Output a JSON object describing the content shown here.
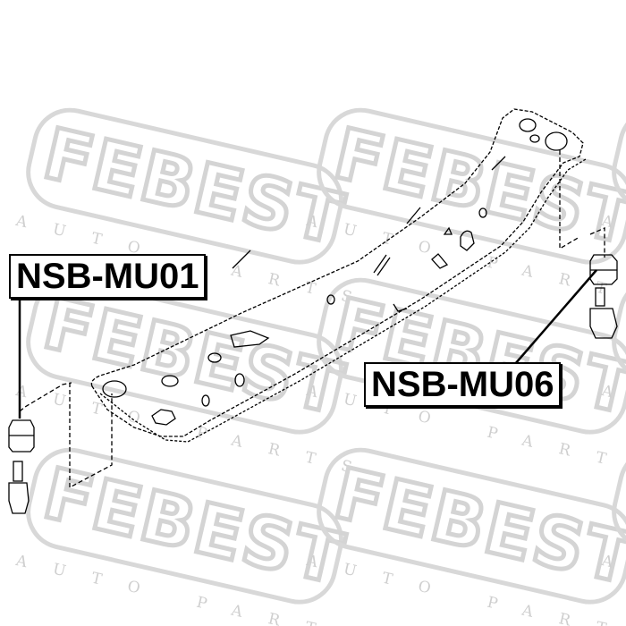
{
  "watermark": {
    "brand": "FEBEST",
    "tagline": "AUTO PARTS"
  },
  "labels": {
    "part_left": "NSB-MU01",
    "part_right": "NSB-MU06"
  },
  "colors": {
    "line": "#000000",
    "watermark": "#d4d4d4",
    "background": "#ffffff"
  }
}
